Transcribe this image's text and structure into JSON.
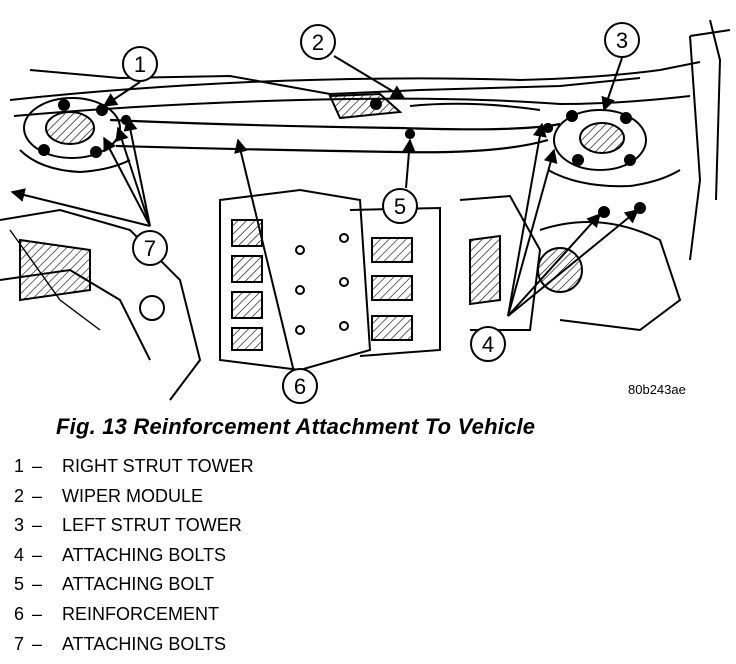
{
  "figure": {
    "ref_code": "80b243ae",
    "callouts": [
      "1",
      "2",
      "3",
      "4",
      "5",
      "6",
      "7"
    ]
  },
  "caption": "Fig. 13 Reinforcement Attachment To Vehicle",
  "legend": [
    {
      "num": "1",
      "dash": "–",
      "label": "RIGHT STRUT TOWER"
    },
    {
      "num": "2",
      "dash": "–",
      "label": "WIPER MODULE"
    },
    {
      "num": "3",
      "dash": "–",
      "label": "LEFT STRUT TOWER"
    },
    {
      "num": "4",
      "dash": "–",
      "label": "ATTACHING BOLTS"
    },
    {
      "num": "5",
      "dash": "–",
      "label": "ATTACHING BOLT"
    },
    {
      "num": "6",
      "dash": "–",
      "label": "REINFORCEMENT"
    },
    {
      "num": "7",
      "dash": "–",
      "label": "ATTACHING BOLTS"
    }
  ]
}
